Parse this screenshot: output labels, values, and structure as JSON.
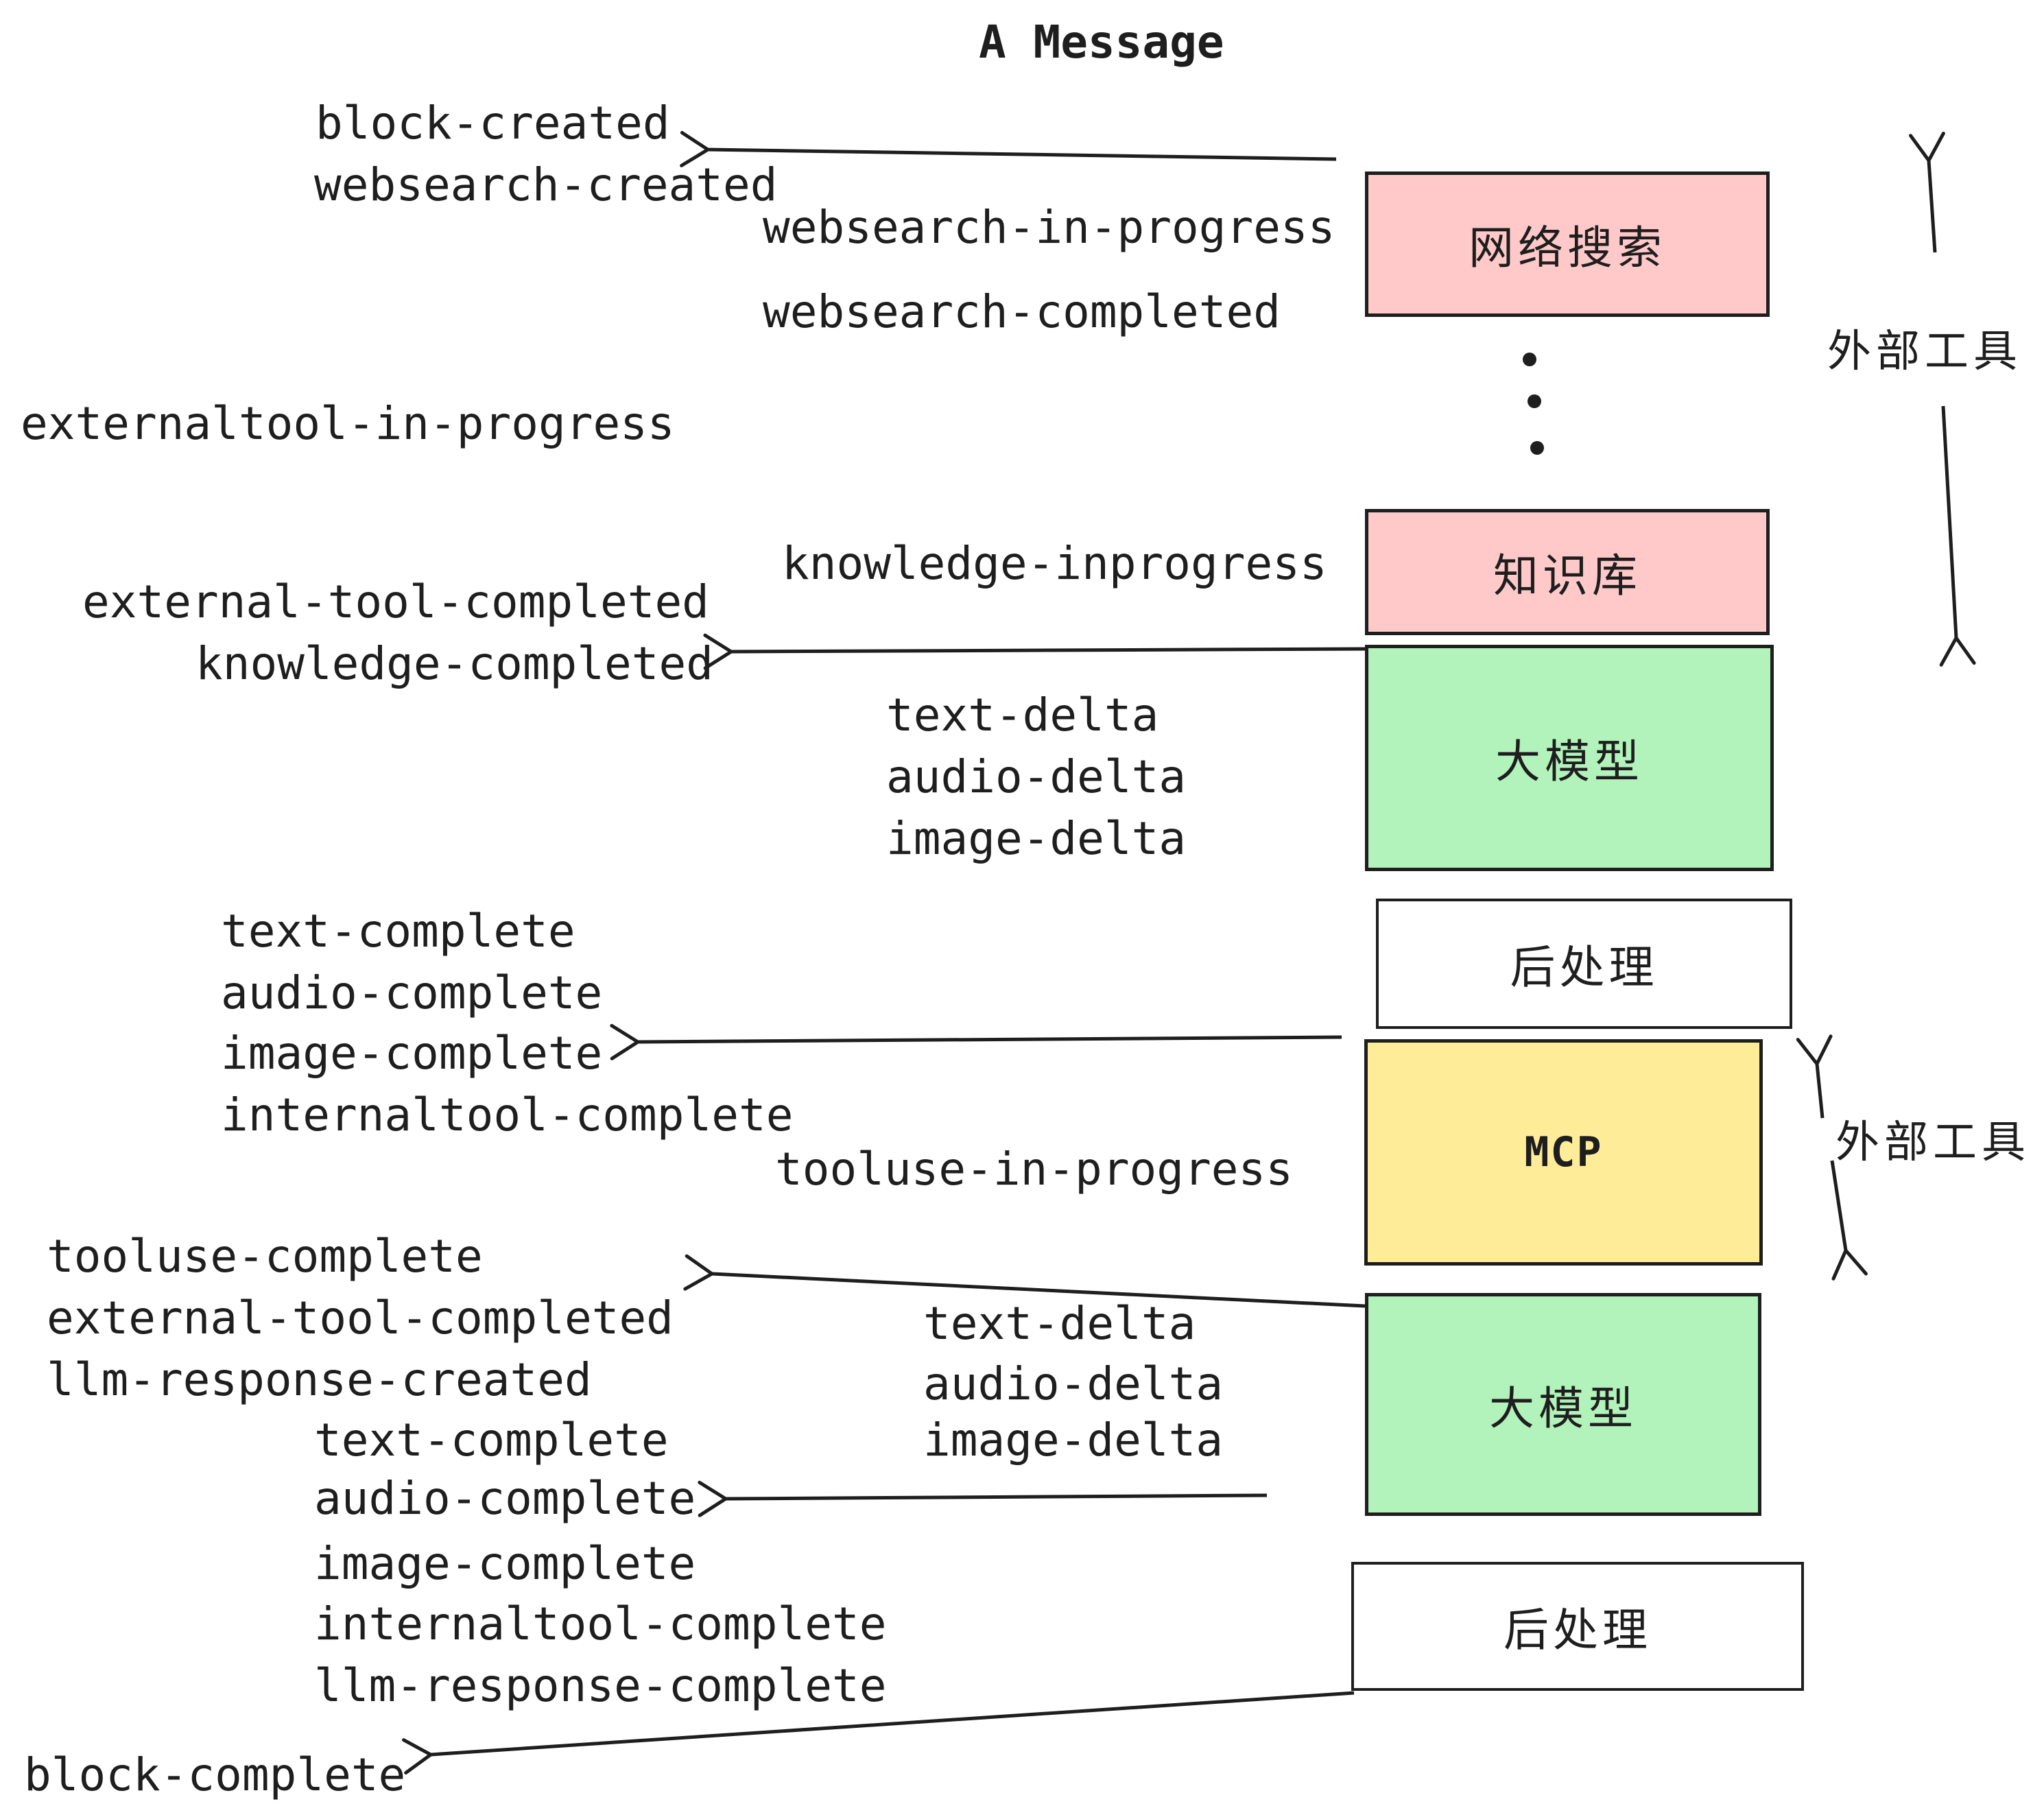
{
  "title": "A Message",
  "palette": {
    "ink": "#1e1e1e",
    "pink": "#ffc9c9",
    "green": "#b2f2bb",
    "yellow": "#ffec99",
    "white": "#ffffff",
    "background": "#ffffff"
  },
  "nodes": [
    {
      "label": "网络搜索",
      "type": "web-search",
      "fill": "pink"
    },
    {
      "label": "知识库",
      "type": "knowledge-base",
      "fill": "pink"
    },
    {
      "label": "大模型",
      "type": "llm",
      "fill": "green"
    },
    {
      "label": "后处理",
      "type": "post-process",
      "fill": "white"
    },
    {
      "label": "MCP",
      "type": "mcp",
      "fill": "yellow"
    },
    {
      "label": "大模型",
      "type": "llm",
      "fill": "green"
    },
    {
      "label": "后处理",
      "type": "post-process",
      "fill": "white"
    }
  ],
  "side_labels": [
    {
      "label": "外部工具"
    },
    {
      "label": "外部工具"
    }
  ],
  "events": [
    {
      "text": "block-created"
    },
    {
      "text": "websearch-created"
    },
    {
      "text": "websearch-in-progress"
    },
    {
      "text": "websearch-completed"
    },
    {
      "text": "externaltool-in-progress"
    },
    {
      "text": "knowledge-inprogress"
    },
    {
      "text": "external-tool-completed"
    },
    {
      "text": "knowledge-completed"
    },
    {
      "text": "text-delta"
    },
    {
      "text": "audio-delta"
    },
    {
      "text": "image-delta"
    },
    {
      "text": "text-complete"
    },
    {
      "text": "audio-complete"
    },
    {
      "text": "image-complete"
    },
    {
      "text": "internaltool-complete"
    },
    {
      "text": "tooluse-in-progress"
    },
    {
      "text": "tooluse-complete"
    },
    {
      "text": "external-tool-completed"
    },
    {
      "text": "llm-response-created"
    },
    {
      "text": "text-complete"
    },
    {
      "text": "audio-complete"
    },
    {
      "text": "image-complete"
    },
    {
      "text": "internaltool-complete"
    },
    {
      "text": "llm-response-complete"
    },
    {
      "text": "text-delta"
    },
    {
      "text": "audio-delta"
    },
    {
      "text": "image-delta"
    },
    {
      "text": "block-complete"
    }
  ]
}
